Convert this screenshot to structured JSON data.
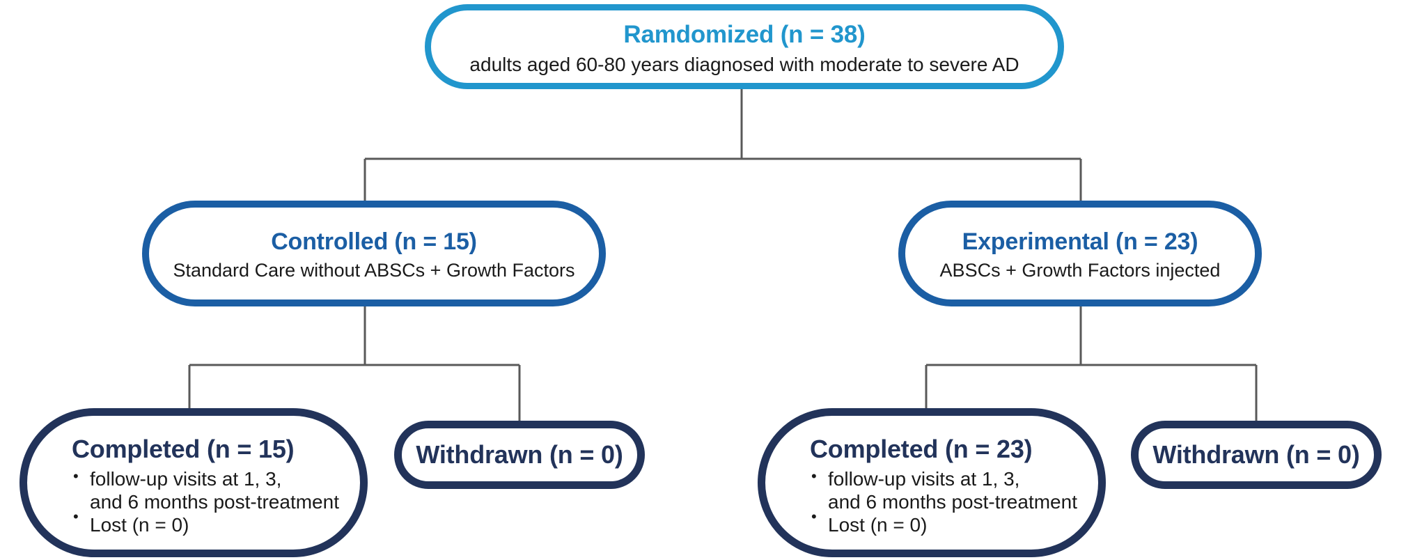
{
  "diagram": {
    "type": "consort-flow-diagram",
    "colors": {
      "level1_border": "#2196cd",
      "level1_title": "#2196cd",
      "level2_border": "#1b5ea4",
      "level2_title": "#1b5ea4",
      "level3_border": "#22335a",
      "level3_title": "#22335a",
      "connector": "#595959",
      "body_text": "#1a1a1a",
      "background": "#ffffff"
    },
    "level1": {
      "title": "Ramdomized (n = 38)",
      "subtitle": "adults aged 60-80 years diagnosed with moderate to severe AD"
    },
    "level2": {
      "controlled": {
        "title": "Controlled (n = 15)",
        "subtitle": "Standard Care without ABSCs + Growth Factors"
      },
      "experimental": {
        "title": "Experimental (n = 23)",
        "subtitle": "ABSCs + Growth Factors injected"
      }
    },
    "level3": {
      "controlled_completed": {
        "title": "Completed (n = 15)",
        "bullet1_line1": "follow-up visits at 1, 3,",
        "bullet1_line2": "and 6 months post-treatment",
        "bullet2": "Lost (n = 0)"
      },
      "controlled_withdrawn": {
        "title": "Withdrawn (n = 0)"
      },
      "experimental_completed": {
        "title": "Completed (n = 23)",
        "bullet1_line1": "follow-up visits at 1, 3,",
        "bullet1_line2": "and 6 months post-treatment",
        "bullet2": "Lost (n = 0)"
      },
      "experimental_withdrawn": {
        "title": "Withdrawn (n = 0)"
      }
    }
  }
}
